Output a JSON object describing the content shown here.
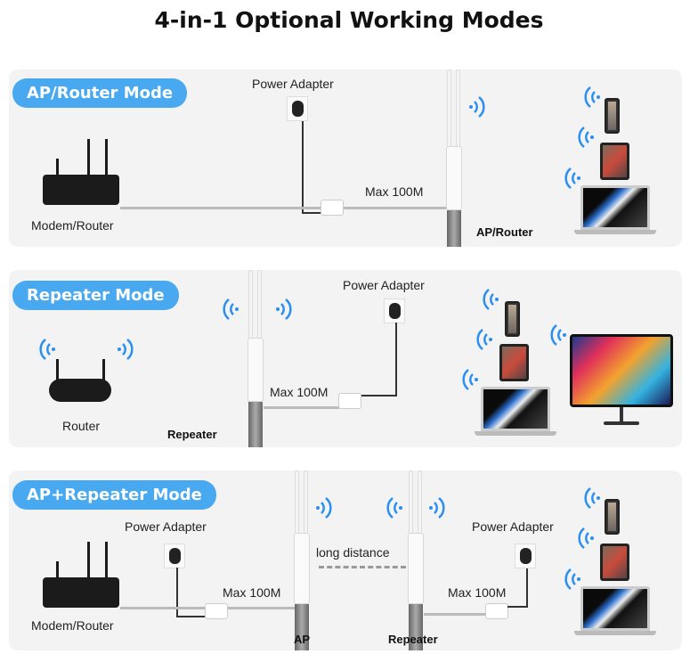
{
  "title": "4-in-1 Optional Working Modes",
  "colors": {
    "accent": "#48a9f0",
    "wifi": "#2b8ff0"
  },
  "panels": [
    {
      "mode": "AP/Router Mode",
      "power_adapter": "Power Adapter",
      "source": "Modem/Router",
      "distance": "Max 100M",
      "device": "AP/Router"
    },
    {
      "mode": "Repeater Mode",
      "power_adapter": "Power Adapter",
      "source": "Router",
      "distance": "Max 100M",
      "device": "Repeater"
    },
    {
      "mode": "AP+Repeater Mode",
      "power_adapter_left": "Power Adapter",
      "power_adapter_right": "Power Adapter",
      "source": "Modem/Router",
      "distance_left": "Max 100M",
      "distance_right": "Max 100M",
      "link": "long distance",
      "device_left": "AP",
      "device_right": "Repeater"
    }
  ]
}
